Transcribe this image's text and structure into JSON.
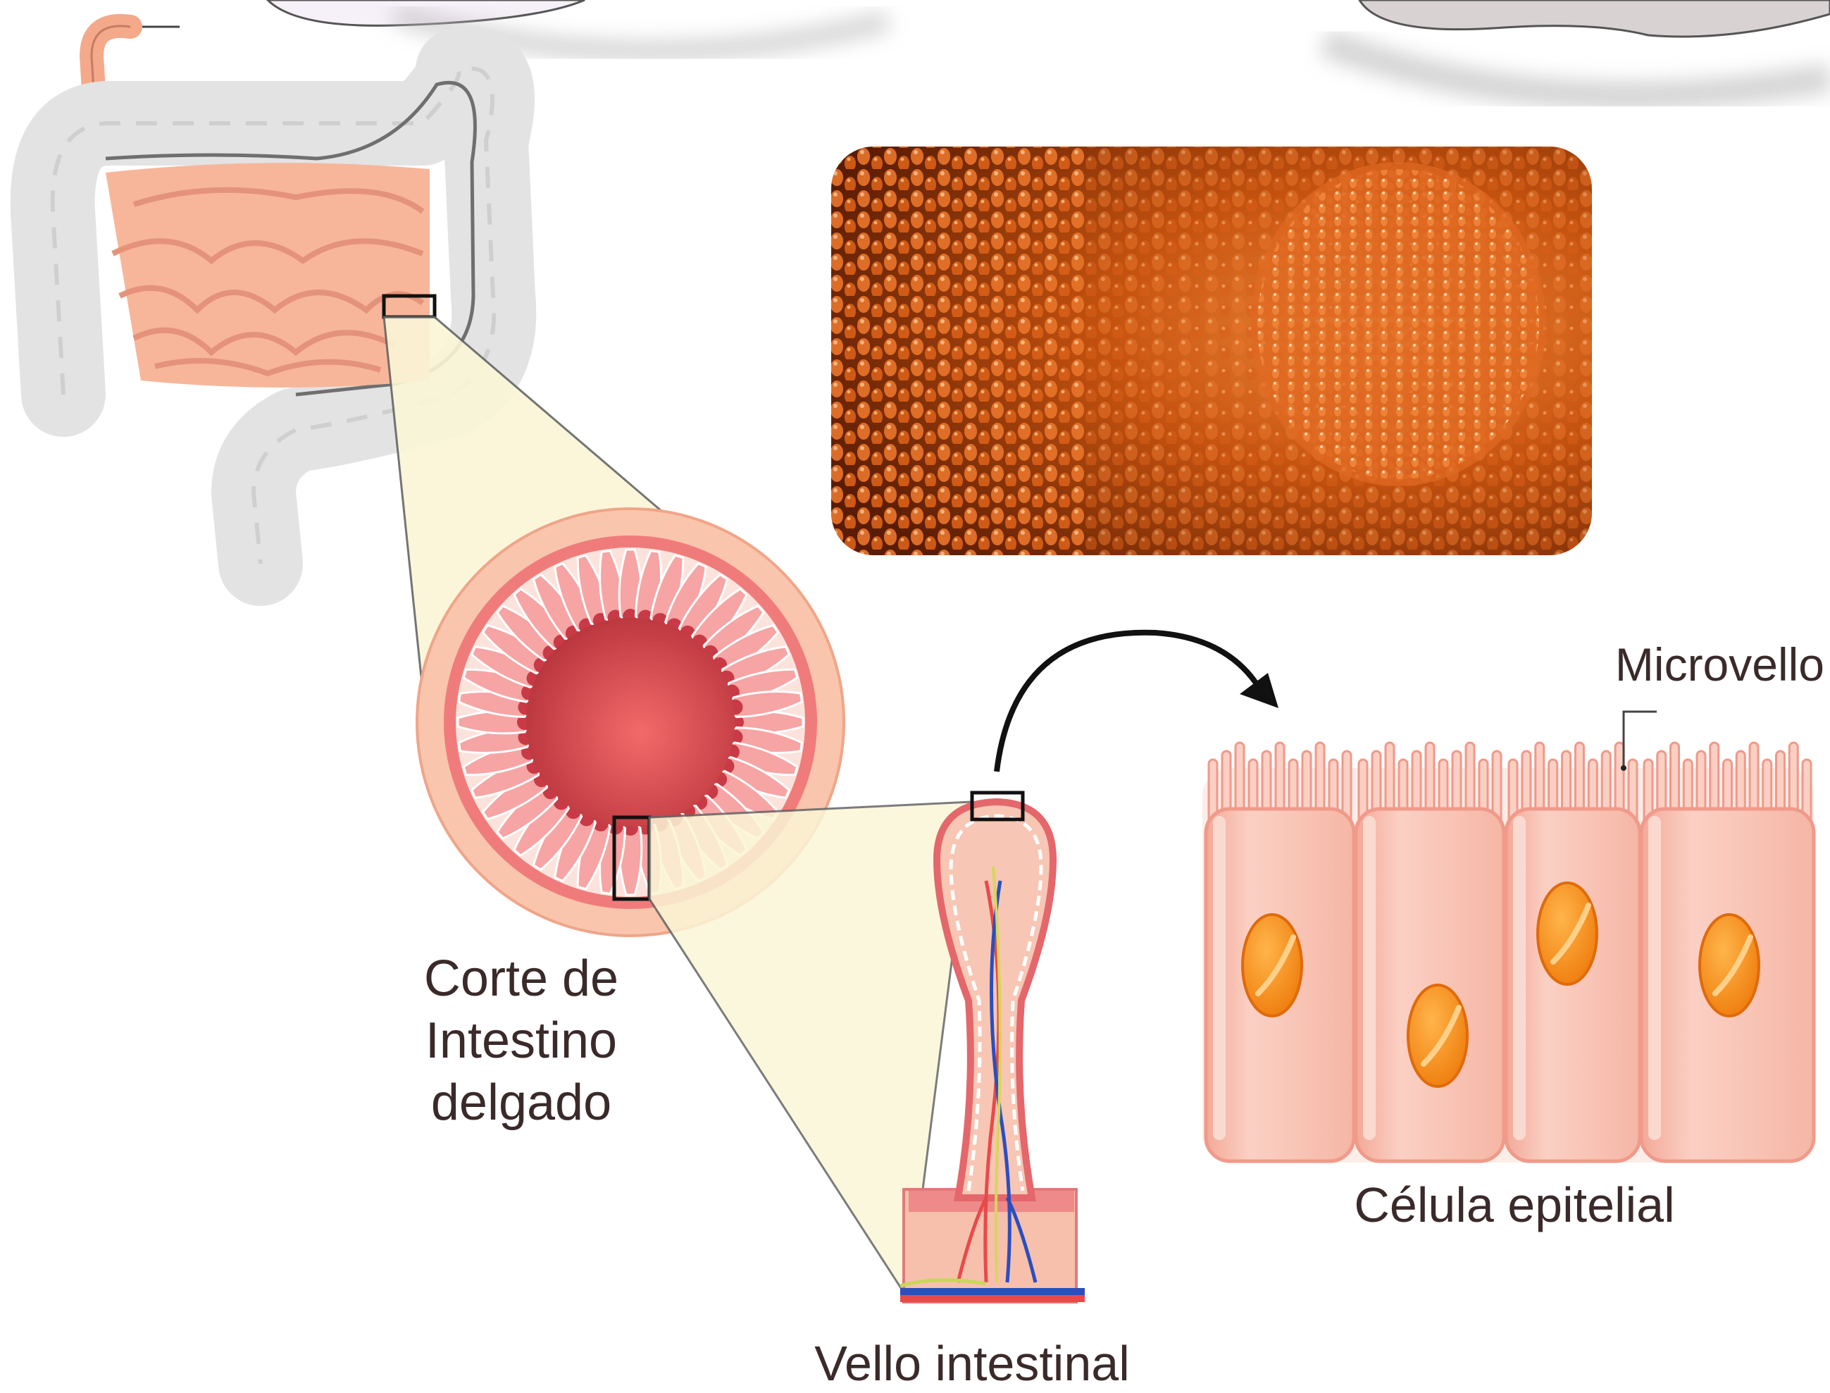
{
  "labels": {
    "corte": [
      "Corte de",
      "Intestino",
      "delgado"
    ],
    "vello": "Vello intestinal",
    "celula": "Célula epitelial",
    "microvello": "Microvello"
  },
  "colors": {
    "intestine_gray": "#e3e3e3",
    "small_intestine": "#f7b69a",
    "zoom_fill": "#fbf6d6",
    "ring_outer": "#f9c5ad",
    "ring_red": "#f07b7b",
    "lumen": "#e85a5a",
    "cell_fill": "#f8c1b2",
    "nucleus": "#f7941d",
    "photo_orange": "#c4520f",
    "text": "#3b2a2a"
  }
}
